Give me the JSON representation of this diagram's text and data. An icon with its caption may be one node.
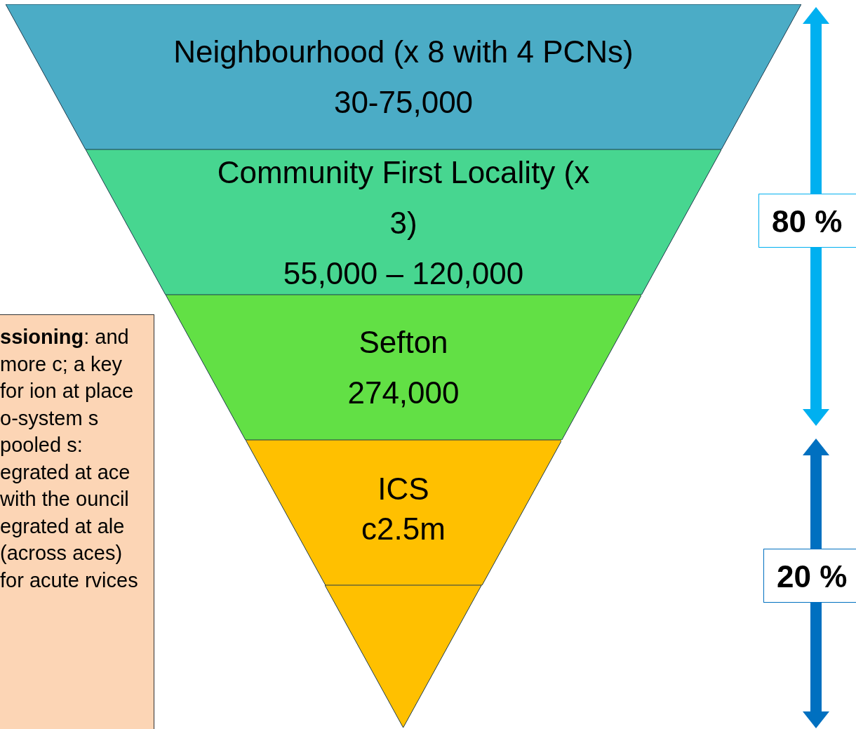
{
  "diagram": {
    "nodes": [
      {
        "text": [
          "Neighbourhood (x 8 with 4 PCNs)",
          "30-75,000"
        ]
      },
      {
        "text": [
          "Community First Locality (x 3)",
          "55,000 – 120,000"
        ]
      },
      {
        "text": [
          "Sefton",
          "274,000"
        ]
      },
      {
        "text": [
          "ICS",
          "c2.5m"
        ]
      },
      {
        "text": [],
        "shape": "triangle"
      },
      {
        "text": [
          "**ssioning**: and more c; a key for ion at place o-system s pooled s: egrated at ace with the ouncil egrated at ale (across aces) for acute rvices"
        ]
      },
      {
        "text": [
          "80 %"
        ]
      },
      {
        "text": [
          "20 %"
        ]
      }
    ],
    "edges": []
  }
}
